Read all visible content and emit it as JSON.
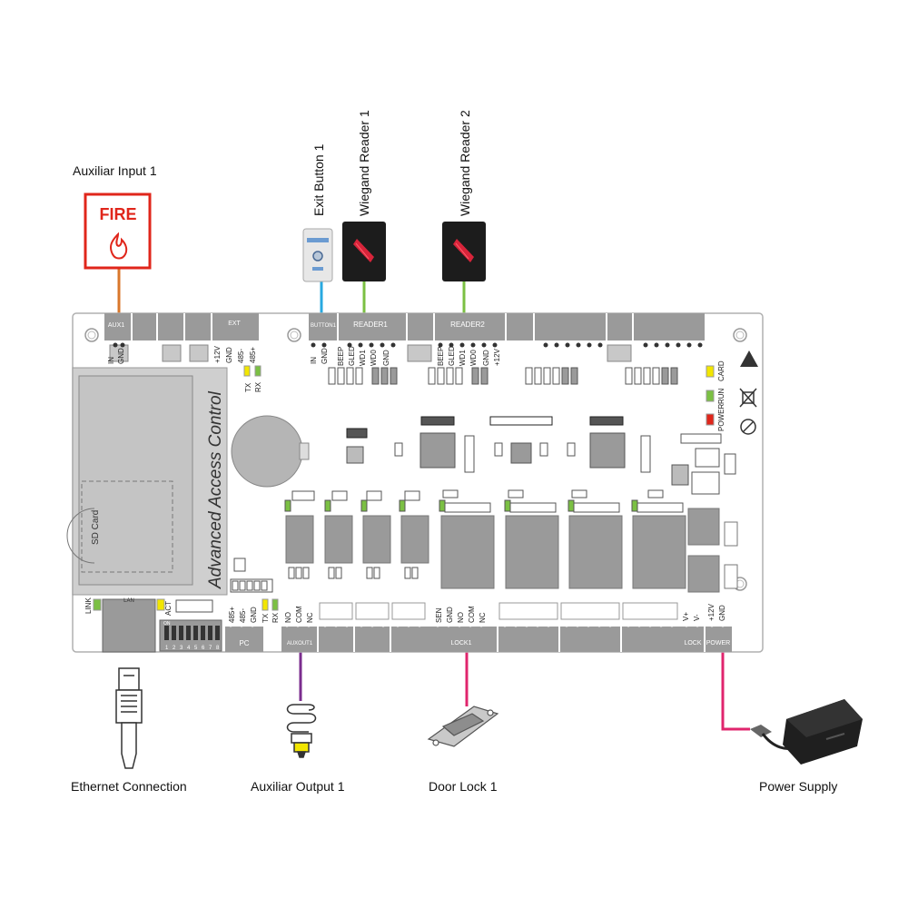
{
  "labels": {
    "aux_input": "Auxiliar Input 1",
    "exit_button": "Exit Button 1",
    "reader1": "Wiegand Reader 1",
    "reader2": "Wiegand Reader 2",
    "ethernet": "Ethernet Connection",
    "aux_output": "Auxiliar Output 1",
    "door_lock": "Door Lock 1",
    "power_supply": "Power Supply",
    "fire": "FIRE"
  },
  "board": {
    "title": "Advanced Access Control",
    "sd_card": "SD Card",
    "top_headers": {
      "aux1": "AUX1",
      "ext": "EXT",
      "button1": "BUTTON1",
      "reader1": "READER1",
      "reader2": "READER2"
    },
    "bottom_headers": {
      "pc": "PC",
      "auxout1": "AUXOUT1",
      "lock1": "LOCK1",
      "lock": "LOCK",
      "power": "POWER"
    },
    "pins": {
      "aux": [
        "IN",
        "GND"
      ],
      "ext": [
        "+12V",
        "GND",
        "485-",
        "485+"
      ],
      "button": [
        "IN",
        "GND"
      ],
      "reader1": [
        "BEEP",
        "GLED",
        "WD1",
        "WD0",
        "GND"
      ],
      "reader2": [
        "BEEP",
        "GLED",
        "WD1",
        "WD0",
        "GND",
        "+12V"
      ],
      "pc": [
        "485+",
        "485-",
        "GND"
      ],
      "auxout": [
        "NO",
        "COM",
        "NC"
      ],
      "lock1": [
        "SEN",
        "GND",
        "NO",
        "COM",
        "NC"
      ],
      "lockpwr": [
        "V+",
        "V-"
      ],
      "power": [
        "+12V",
        "GND"
      ]
    },
    "tx": "TX",
    "rx": "RX",
    "link": "LINK",
    "lan": "LAN",
    "act": "ACT",
    "on": "ON",
    "dip_numbers": [
      "1",
      "2",
      "3",
      "4",
      "5",
      "6",
      "7",
      "8"
    ],
    "status": [
      "CARD",
      "RUN",
      "POWER"
    ]
  },
  "colors": {
    "aux_wire": "#d9772b",
    "button_wire": "#29a9e0",
    "reader_wire": "#7bc043",
    "auxout_wire": "#7b2d8e",
    "lock_wire": "#e0256d",
    "power_wire": "#e0256d",
    "fire_red": "#e0261b",
    "terminal_gray": "#9a9a9a",
    "led_green": "#7bc043",
    "led_yellow": "#f2e600",
    "led_red": "#e0261b"
  }
}
